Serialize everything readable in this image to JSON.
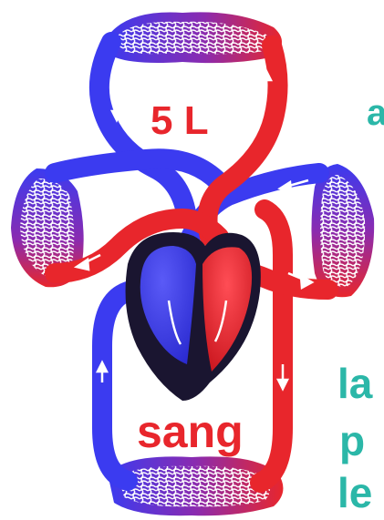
{
  "labels": {
    "volume": "5 L",
    "blood": "sang"
  },
  "cropped_text": {
    "line1": "a",
    "line2": "la",
    "line3": "p",
    "line4": "le"
  },
  "colors": {
    "oxygenated": "#e8262c",
    "deoxygenated": "#3b3bf0",
    "label_red": "#e8262c",
    "label_teal": "#2bb7a8",
    "heart_dark": "#1a1530"
  }
}
